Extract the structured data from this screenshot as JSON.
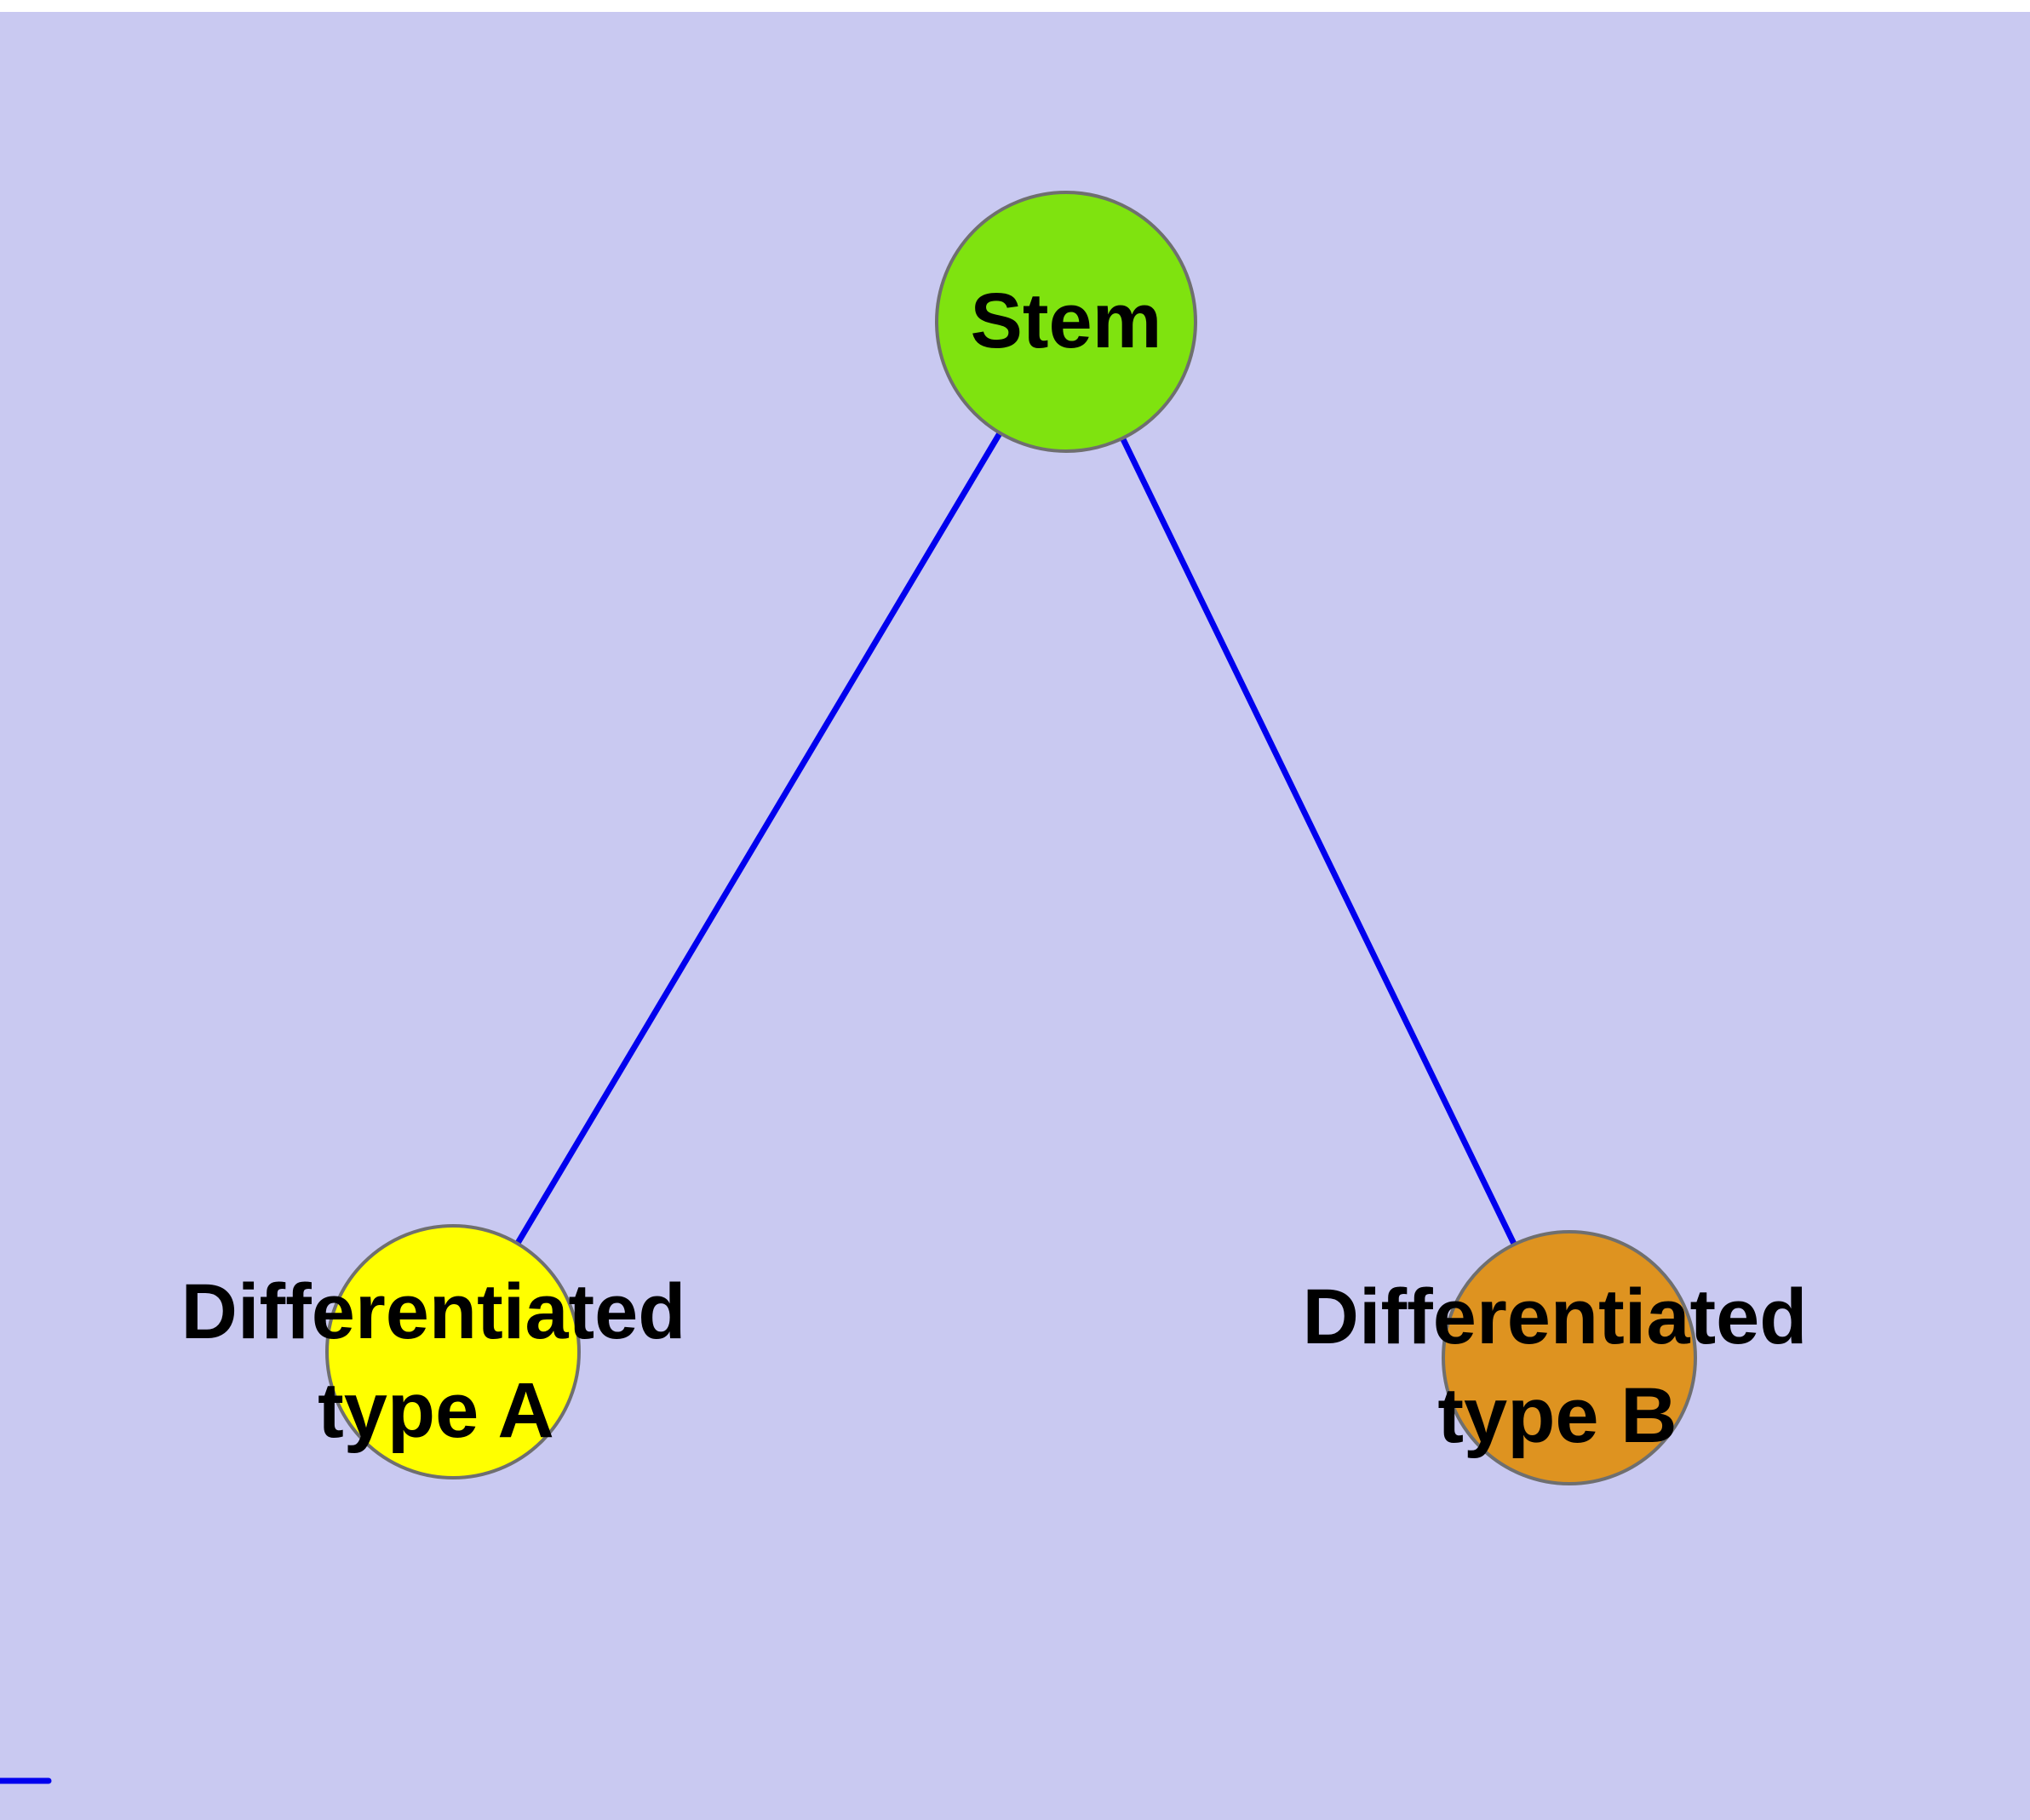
{
  "diagram": {
    "description": "Cell differentiation graph: a stem node connected to two differentiated cell type nodes",
    "background_color": "#c9c9f1",
    "top_strip_color": "#ffffff",
    "edge_color": "#0000ee",
    "node_border_color": "#6f6f6f",
    "text_color": "#000000",
    "nodes": [
      {
        "id": "stem",
        "label": "Stem",
        "label_lines": [
          "Stem"
        ],
        "fill_color": "#7fe30f"
      },
      {
        "id": "differentiated-type-a",
        "label": "Differentiated type A",
        "label_lines": [
          "Differentiated",
          "type A"
        ],
        "fill_color": "#ffff00"
      },
      {
        "id": "differentiated-type-b",
        "label": "Differentiated type B",
        "label_lines": [
          "Differentiated",
          "type B"
        ],
        "fill_color": "#de9320"
      }
    ],
    "edges": [
      {
        "source": "stem",
        "target": "differentiated-type-a"
      },
      {
        "source": "stem",
        "target": "differentiated-type-b"
      }
    ]
  }
}
